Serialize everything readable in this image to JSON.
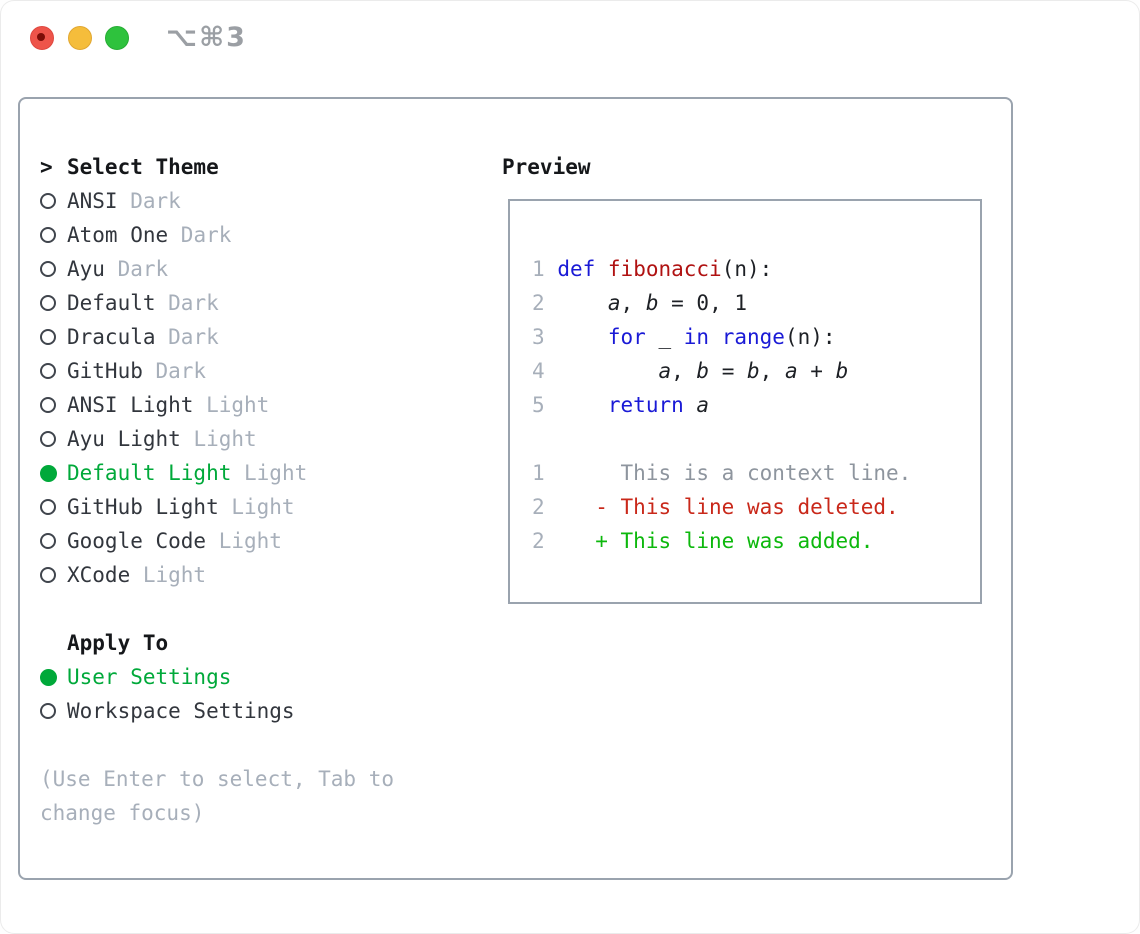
{
  "window": {
    "title": "⌥⌘3",
    "traffic_lights": [
      {
        "name": "close-button",
        "color": "#ee544a"
      },
      {
        "name": "minimize-button",
        "color": "#f5bd3b"
      },
      {
        "name": "zoom-button",
        "color": "#2ec23d"
      }
    ]
  },
  "colors": {
    "accent": "#00a93a",
    "diff-green": "#0db80d",
    "diff-red": "#c9281a",
    "kw-blue": "#1a1ad6",
    "fn-red": "#b01212",
    "muted": "#a7afba",
    "ctx-gray": "#8e959e",
    "ink": "#32363d",
    "header-ink": "#15171a",
    "border": "#9aa3ae",
    "tl-red": "#ee544a",
    "tl-yellow": "#f5bd3b",
    "tl-green": "#2ec23d",
    "title-gray": "#9b9fa4"
  },
  "theme_panel": {
    "header_prefix": ">",
    "header": "Select Theme",
    "items": [
      {
        "name": "ANSI",
        "variant": "Dark",
        "selected": false
      },
      {
        "name": "Atom One",
        "variant": "Dark",
        "selected": false
      },
      {
        "name": "Ayu",
        "variant": "Dark",
        "selected": false
      },
      {
        "name": "Default",
        "variant": "Dark",
        "selected": false
      },
      {
        "name": "Dracula",
        "variant": "Dark",
        "selected": false
      },
      {
        "name": "GitHub",
        "variant": "Dark",
        "selected": false
      },
      {
        "name": "ANSI Light",
        "variant": "Light",
        "selected": false
      },
      {
        "name": "Ayu Light",
        "variant": "Light",
        "selected": false
      },
      {
        "name": "Default Light",
        "variant": "Light",
        "selected": true
      },
      {
        "name": "GitHub Light",
        "variant": "Light",
        "selected": false
      },
      {
        "name": "Google Code",
        "variant": "Light",
        "selected": false
      },
      {
        "name": "XCode",
        "variant": "Light",
        "selected": false
      }
    ]
  },
  "apply_panel": {
    "header": "Apply To",
    "items": [
      {
        "name": "User Settings",
        "selected": true
      },
      {
        "name": "Workspace Settings",
        "selected": false
      }
    ]
  },
  "help": {
    "lines": [
      "(Use Enter to select, Tab to",
      "change focus)"
    ]
  },
  "preview": {
    "header": "Preview",
    "lines": [
      {
        "num": "1",
        "tokens": [
          {
            "t": "def",
            "c": "kw"
          },
          {
            "t": " ",
            "c": "txt"
          },
          {
            "t": "fibonacci",
            "c": "fn"
          },
          {
            "t": "(n):",
            "c": "txt"
          }
        ]
      },
      {
        "num": "2",
        "tokens": [
          {
            "t": "    ",
            "c": "txt"
          },
          {
            "t": "a",
            "c": "var"
          },
          {
            "t": ", ",
            "c": "txt"
          },
          {
            "t": "b",
            "c": "var"
          },
          {
            "t": " = 0, 1",
            "c": "txt"
          }
        ]
      },
      {
        "num": "3",
        "tokens": [
          {
            "t": "    ",
            "c": "txt"
          },
          {
            "t": "for",
            "c": "kw"
          },
          {
            "t": " _ ",
            "c": "txt"
          },
          {
            "t": "in",
            "c": "kw"
          },
          {
            "t": " ",
            "c": "txt"
          },
          {
            "t": "range",
            "c": "kw"
          },
          {
            "t": "(n):",
            "c": "txt"
          }
        ]
      },
      {
        "num": "4",
        "tokens": [
          {
            "t": "        ",
            "c": "txt"
          },
          {
            "t": "a",
            "c": "var"
          },
          {
            "t": ", ",
            "c": "txt"
          },
          {
            "t": "b",
            "c": "var"
          },
          {
            "t": " = ",
            "c": "txt"
          },
          {
            "t": "b",
            "c": "var"
          },
          {
            "t": ", ",
            "c": "txt"
          },
          {
            "t": "a",
            "c": "var"
          },
          {
            "t": " + ",
            "c": "txt"
          },
          {
            "t": "b",
            "c": "var"
          }
        ]
      },
      {
        "num": "5",
        "tokens": [
          {
            "t": "    ",
            "c": "txt"
          },
          {
            "t": "return",
            "c": "kw"
          },
          {
            "t": " ",
            "c": "txt"
          },
          {
            "t": "a",
            "c": "var"
          }
        ]
      },
      {
        "num": "",
        "tokens": []
      },
      {
        "num": "1",
        "tokens": [
          {
            "t": "     This is a context line.",
            "c": "ctx"
          }
        ]
      },
      {
        "num": "2",
        "tokens": [
          {
            "t": "   - This line was deleted.",
            "c": "del"
          }
        ]
      },
      {
        "num": "2",
        "tokens": [
          {
            "t": "   + This line was added.",
            "c": "add"
          }
        ]
      }
    ]
  }
}
